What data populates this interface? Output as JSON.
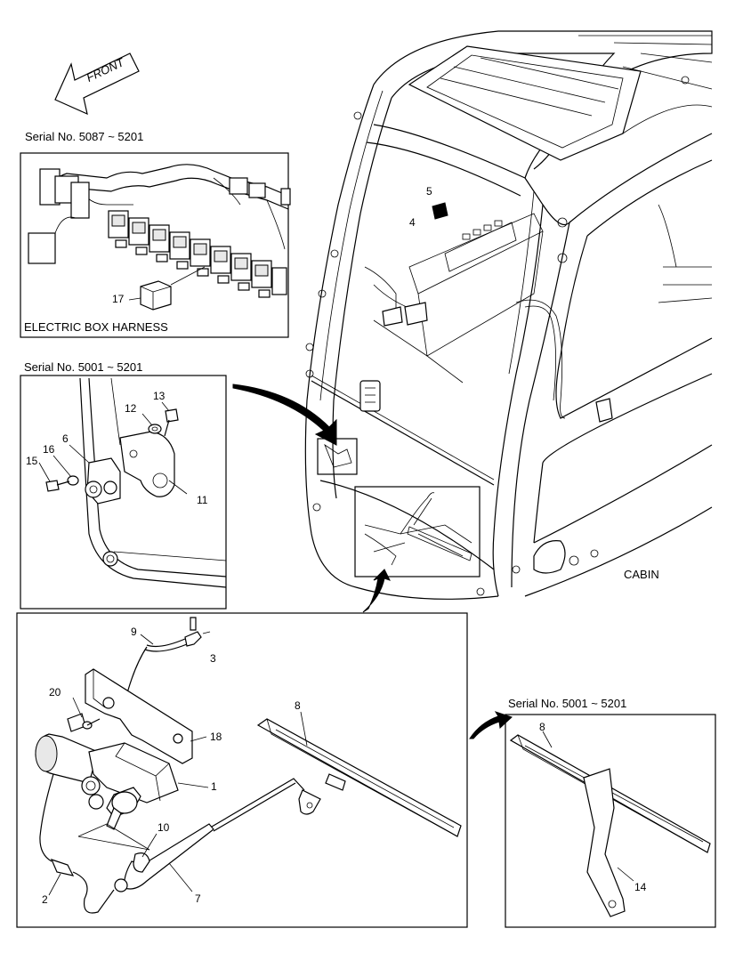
{
  "front_arrow": {
    "text": "FRONT"
  },
  "panels": {
    "electric_box": {
      "serial": "Serial No. 5087 ~ 5201",
      "caption": "ELECTRIC BOX HARNESS",
      "callouts": [
        "17"
      ]
    },
    "bracket": {
      "serial": "Serial No. 5001 ~ 5201",
      "callouts": [
        "13",
        "12",
        "6",
        "16",
        "15",
        "11"
      ]
    },
    "wiper_assembly": {
      "callouts": [
        "9",
        "3",
        "20",
        "18",
        "1",
        "10",
        "7",
        "2",
        "8"
      ]
    },
    "wiper_alt": {
      "serial": "Serial No. 5001 ~ 5201",
      "callouts": [
        "8",
        "14"
      ]
    },
    "cabin": {
      "caption": "CABIN",
      "callouts": [
        "5",
        "4"
      ]
    }
  }
}
